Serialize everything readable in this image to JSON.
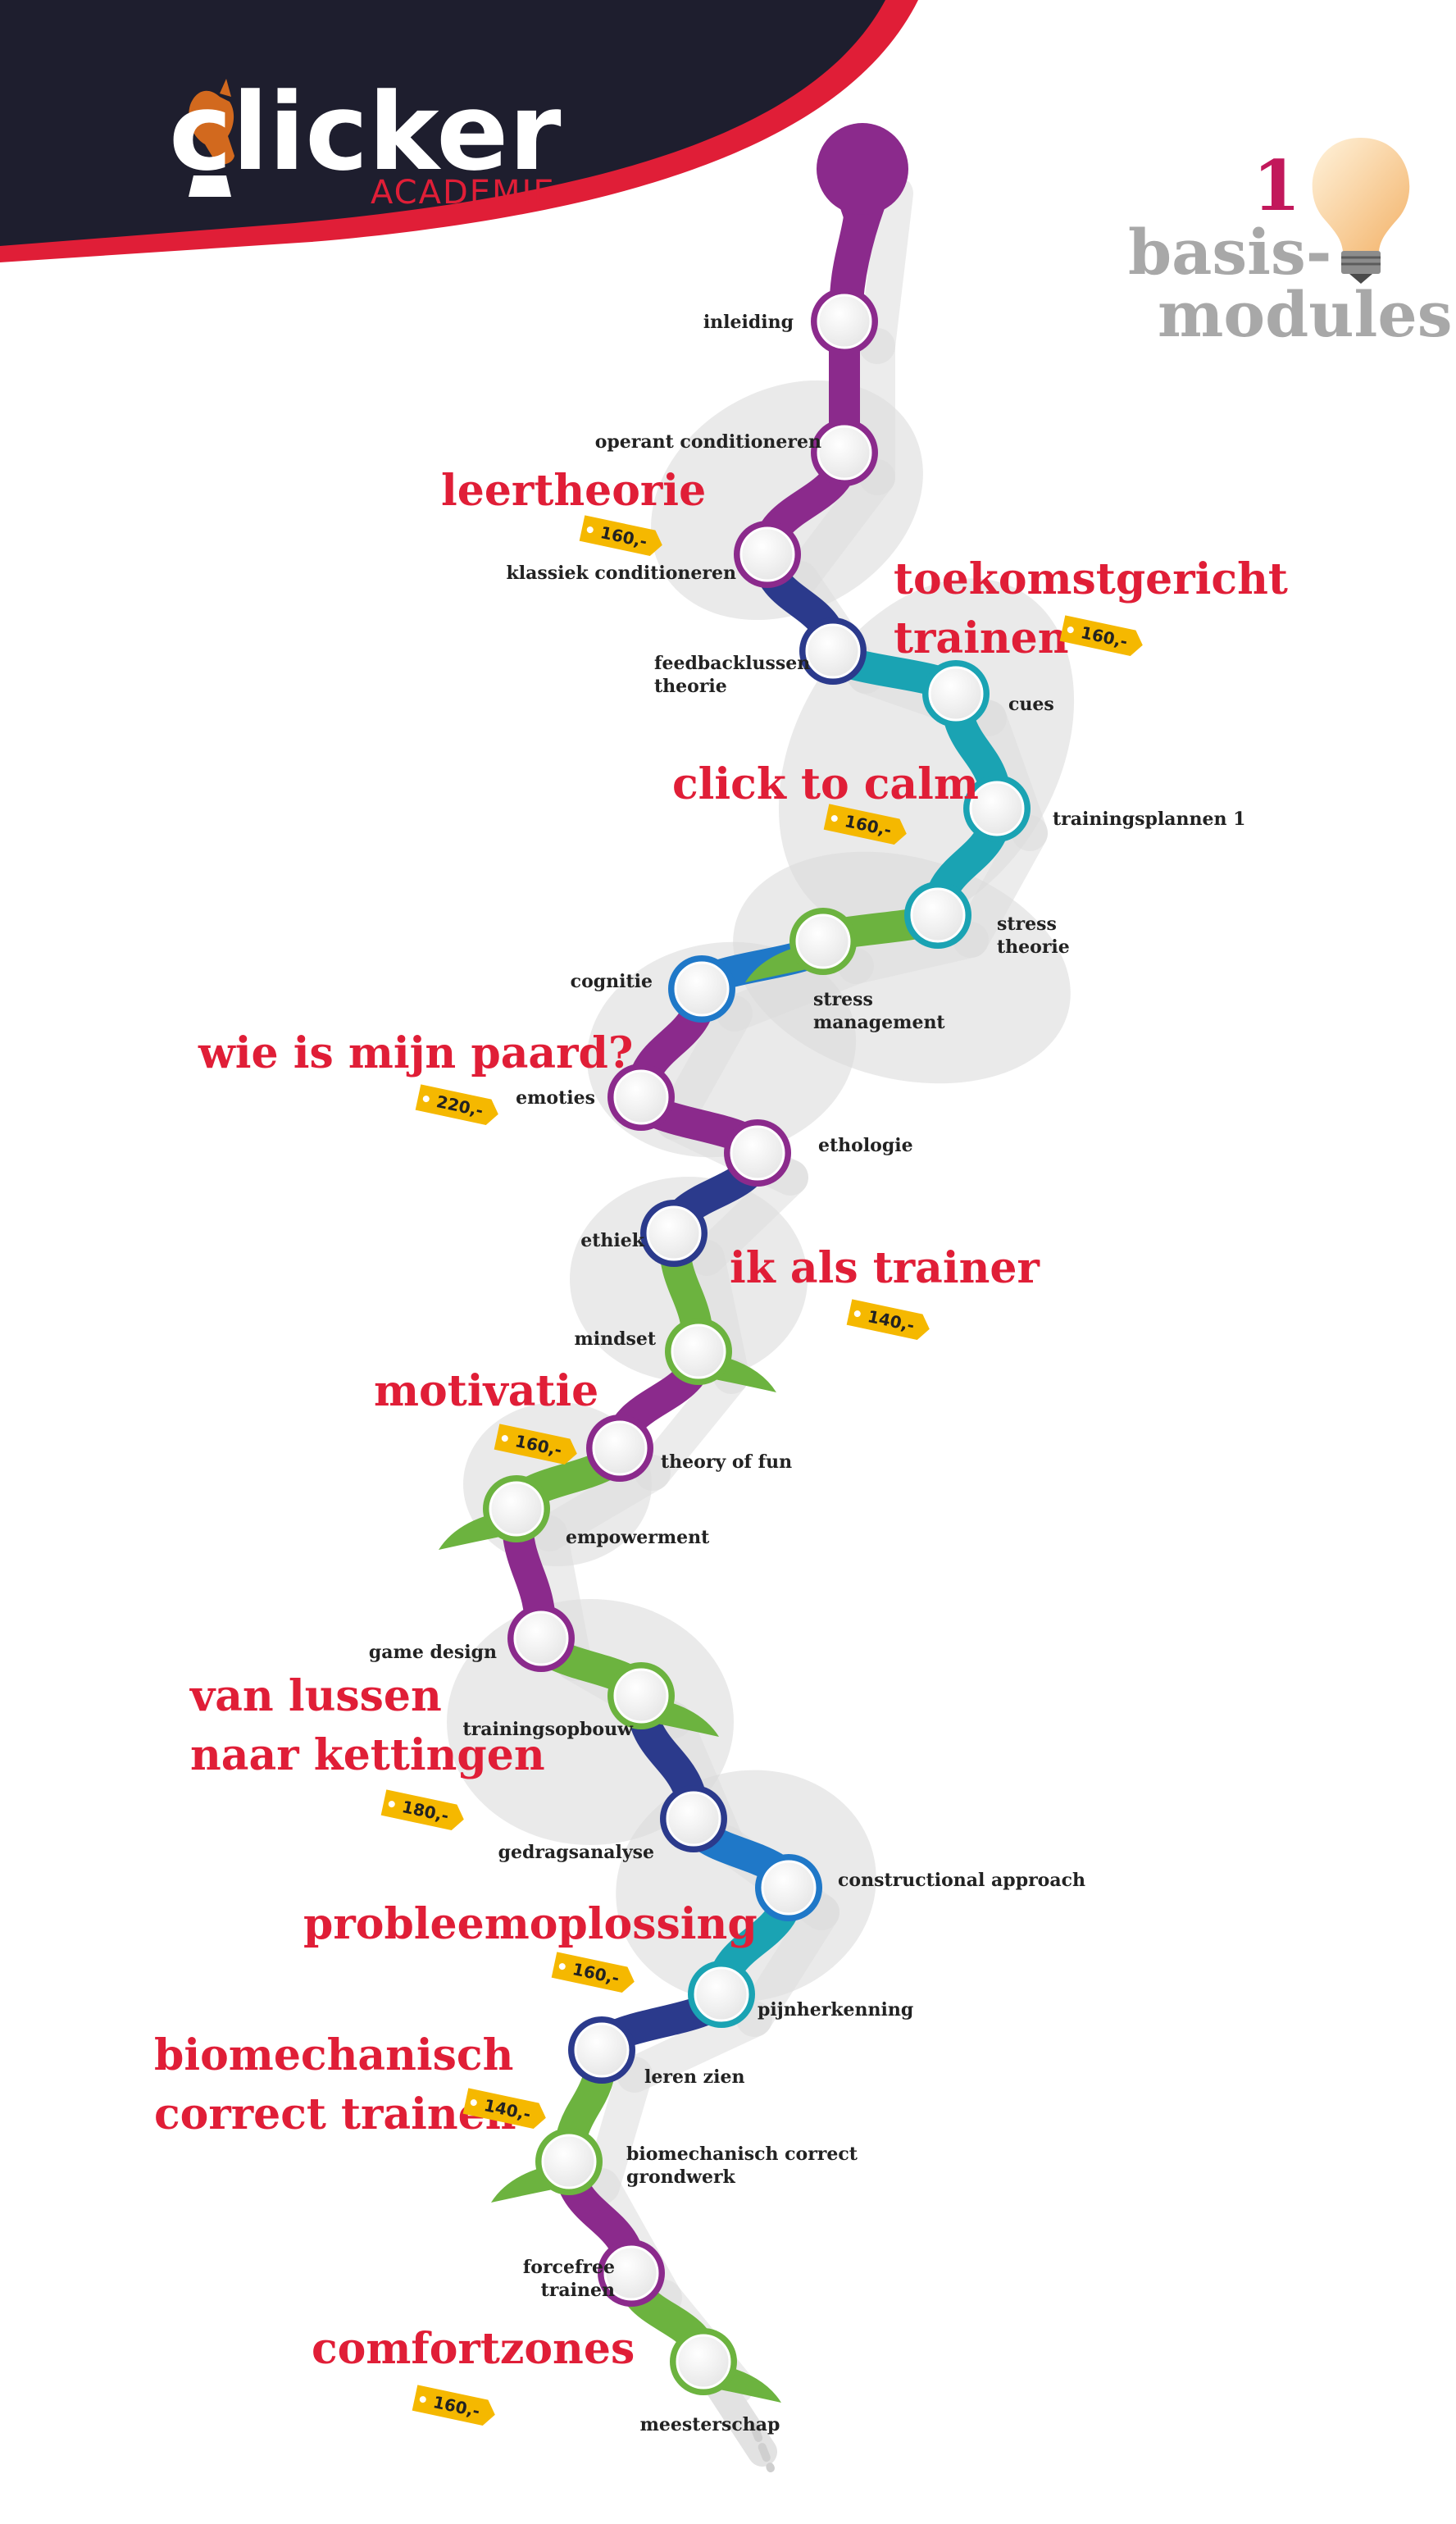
{
  "logo": {
    "text": "clicker",
    "subtitle": "ACADEMIE"
  },
  "heading": {
    "number": "1",
    "line1": "basis-",
    "line2": "modules"
  },
  "modules": [
    {
      "title": "leertheorie",
      "price": "160,-"
    },
    {
      "title": "toekomstgericht",
      "title2": "trainen",
      "price": "160,-"
    },
    {
      "title": "click to calm",
      "price": "160,-"
    },
    {
      "title": "wie is mijn paard?",
      "price": "220,-"
    },
    {
      "title": "ik als trainer",
      "price": "140,-"
    },
    {
      "title": "motivatie",
      "price": "160,-"
    },
    {
      "title": "van lussen",
      "title2": "naar kettingen",
      "price": "180,-"
    },
    {
      "title": "probleemoplossing",
      "price": "160,-"
    },
    {
      "title": "biomechanisch",
      "title2": "correct trainen",
      "price": "140,-"
    },
    {
      "title": "comfortzones",
      "price": "160,-"
    }
  ],
  "lessons": [
    {
      "text": "inleiding"
    },
    {
      "text": "operant conditioneren"
    },
    {
      "text": "klassiek conditioneren"
    },
    {
      "text": "feedbacklussen",
      "text2": "theorie"
    },
    {
      "text": "cues"
    },
    {
      "text": "trainingsplannen 1"
    },
    {
      "text": "stress",
      "text2": "theorie"
    },
    {
      "text": "stress",
      "text2": "management"
    },
    {
      "text": "cognitie"
    },
    {
      "text": "emoties"
    },
    {
      "text": "ethologie"
    },
    {
      "text": "ethiek"
    },
    {
      "text": "mindset"
    },
    {
      "text": "theory of fun"
    },
    {
      "text": "empowerment"
    },
    {
      "text": "game design"
    },
    {
      "text": "trainingsopbouw"
    },
    {
      "text": "gedragsanalyse"
    },
    {
      "text": "constructional approach"
    },
    {
      "text": "pijnherkenning"
    },
    {
      "text": "leren zien"
    },
    {
      "text": "biomechanisch correct",
      "text2": "grondwerk"
    },
    {
      "text": "forcefree",
      "text2": "trainen"
    },
    {
      "text": "meesterschap"
    }
  ],
  "colors": {
    "title_red": "#e01e37",
    "banner_dark": "#1e1e2e",
    "purple": "#8b2a8c",
    "navy": "#2b3a8c",
    "teal": "#1aa3b3",
    "blue": "#1f78c8",
    "green": "#6cb33f",
    "tag_yellow": "#f5b800"
  },
  "icons": [
    "lightbulb-icon",
    "horse-head-icon",
    "price-tag-icon"
  ]
}
